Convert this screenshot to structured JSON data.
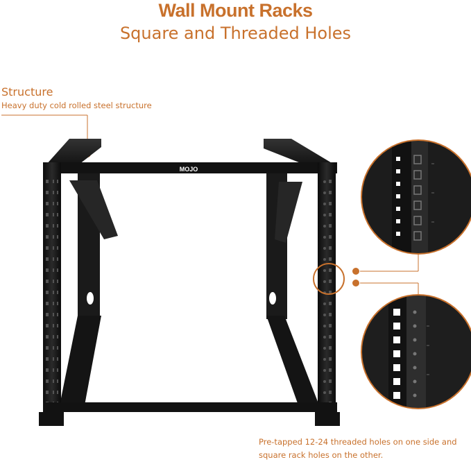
{
  "header": {
    "title": "Wall Mount Racks",
    "subtitle": "Square and Threaded Holes"
  },
  "structure": {
    "title": "Structure",
    "description": "Heavy duty cold rolled steel structure"
  },
  "holes": {
    "caption": "Pre-tapped 12-24 threaded holes on one side and square rack holes on the other."
  },
  "rack": {
    "brand_label": "MOJO"
  },
  "colors": {
    "accent": "#c8712c",
    "steel": "#141414"
  }
}
